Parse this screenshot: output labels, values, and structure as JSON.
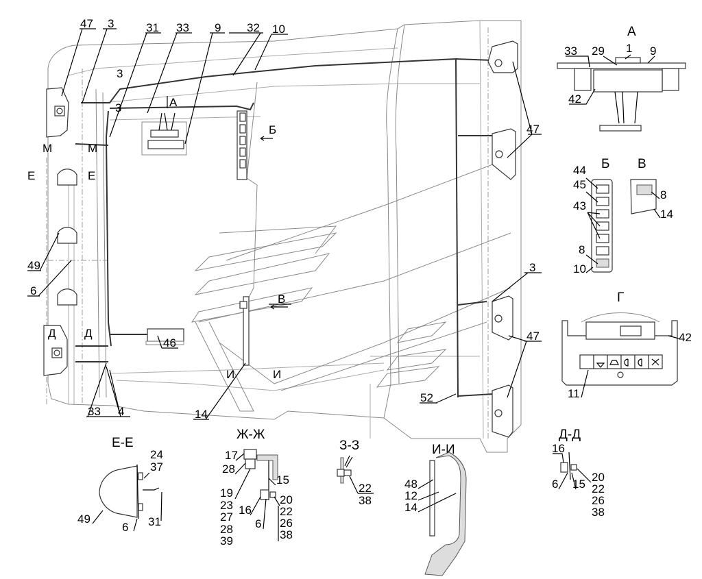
{
  "diagram": {
    "type": "cab electrical equipment layout drawing",
    "main_view": {
      "callouts": [
        {
          "id": "c-47-tl",
          "text": "47"
        },
        {
          "id": "c-3-tl",
          "text": "3"
        },
        {
          "id": "c-31",
          "text": "31"
        },
        {
          "id": "c-33-top",
          "text": "33"
        },
        {
          "id": "c-9",
          "text": "9"
        },
        {
          "id": "c-32",
          "text": "32"
        },
        {
          "id": "c-10",
          "text": "10"
        },
        {
          "id": "c-3-a",
          "text": "3"
        },
        {
          "id": "c-3-b",
          "text": "3"
        },
        {
          "id": "c-47-right",
          "text": "47"
        },
        {
          "id": "c-3-right",
          "text": "3"
        },
        {
          "id": "c-47-right2",
          "text": "47"
        },
        {
          "id": "c-52",
          "text": "52"
        },
        {
          "id": "c-49",
          "text": "49"
        },
        {
          "id": "c-6",
          "text": "6"
        },
        {
          "id": "c-46",
          "text": "46"
        },
        {
          "id": "c-33-bot",
          "text": "33"
        },
        {
          "id": "c-4",
          "text": "4"
        },
        {
          "id": "c-14",
          "text": "14"
        }
      ],
      "section_marks": {
        "m_left": "М",
        "m_right": "М",
        "e_left": "Е",
        "e_right": "Е",
        "d_left": "Д",
        "d_right": "Д",
        "i_left": "И",
        "i_right": "И",
        "view_a": "А",
        "view_b": "Б",
        "view_v": "В"
      }
    },
    "views": {
      "A": {
        "title": "А",
        "callouts": [
          "1",
          "29",
          "9",
          "33",
          "42"
        ]
      },
      "B": {
        "title": "Б",
        "callouts": [
          "44",
          "45",
          "43",
          "8",
          "10"
        ]
      },
      "V": {
        "title": "В",
        "callouts": [
          "8",
          "14"
        ]
      },
      "G": {
        "title": "Г",
        "callouts": [
          "42",
          "11"
        ]
      },
      "EE": {
        "title": "Е-Е",
        "callouts": [
          "24",
          "37",
          "49",
          "6",
          "31"
        ]
      },
      "ZhZh": {
        "title": "Ж-Ж",
        "callouts": [
          "17",
          "28",
          "15",
          "19",
          "23",
          "27",
          "28",
          "39",
          "16",
          "6",
          "20",
          "22",
          "26",
          "38"
        ]
      },
      "ZZ": {
        "title": "З-З",
        "callouts": [
          "22",
          "38"
        ]
      },
      "II": {
        "title": "И-И",
        "callouts": [
          "48",
          "12",
          "14"
        ]
      },
      "DD": {
        "title": "Д-Д",
        "callouts": [
          "16",
          "6",
          "15",
          "20",
          "22",
          "26",
          "38"
        ]
      }
    },
    "panel_G_icons": [
      "blank",
      "hazard-icon",
      "washer-icon",
      "headlight-low-icon",
      "headlight-high-icon",
      "fan-icon"
    ]
  }
}
